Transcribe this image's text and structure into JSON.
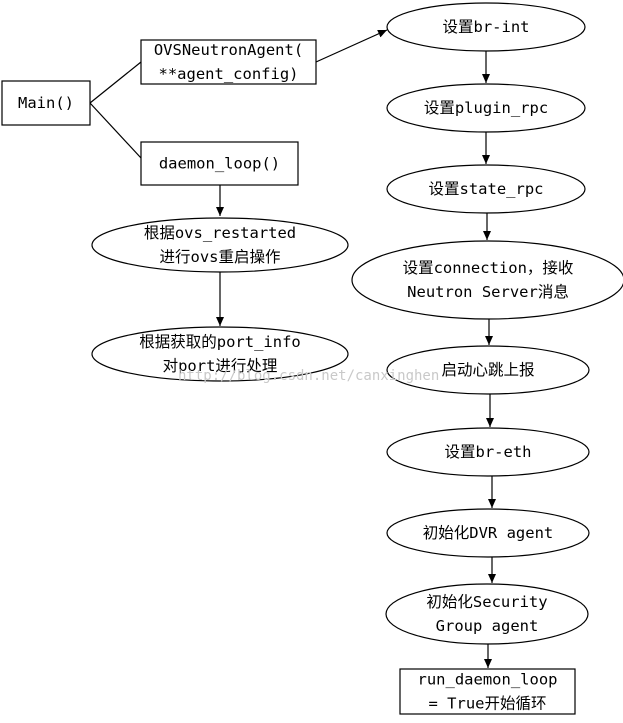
{
  "nodes": {
    "main": {
      "lines": [
        "Main()"
      ]
    },
    "ovs_agent": {
      "lines": [
        "OVSNeutronAgent(",
        "**agent_config)"
      ]
    },
    "daemon_loop": {
      "lines": [
        "daemon_loop()"
      ]
    },
    "ovs_restart": {
      "lines": [
        "根据ovs_restarted",
        "进行ovs重启操作"
      ]
    },
    "port_info": {
      "lines": [
        "根据获取的port_info",
        "对port进行处理"
      ]
    },
    "br_int": {
      "lines": [
        "设置br-int"
      ]
    },
    "plugin_rpc": {
      "lines": [
        "设置plugin_rpc"
      ]
    },
    "state_rpc": {
      "lines": [
        "设置state_rpc"
      ]
    },
    "connection": {
      "lines": [
        "设置connection，接收",
        "Neutron Server消息"
      ]
    },
    "heartbeat": {
      "lines": [
        "启动心跳上报"
      ]
    },
    "br_eth": {
      "lines": [
        "设置br-eth"
      ]
    },
    "dvr_agent": {
      "lines": [
        "初始化DVR agent"
      ]
    },
    "security_group": {
      "lines": [
        "初始化Security",
        "Group agent"
      ]
    },
    "run_daemon_loop": {
      "lines": [
        "run_daemon_loop",
        "= True开始循环"
      ]
    }
  },
  "watermark": "http://blog.csdn.net/canxinghen"
}
